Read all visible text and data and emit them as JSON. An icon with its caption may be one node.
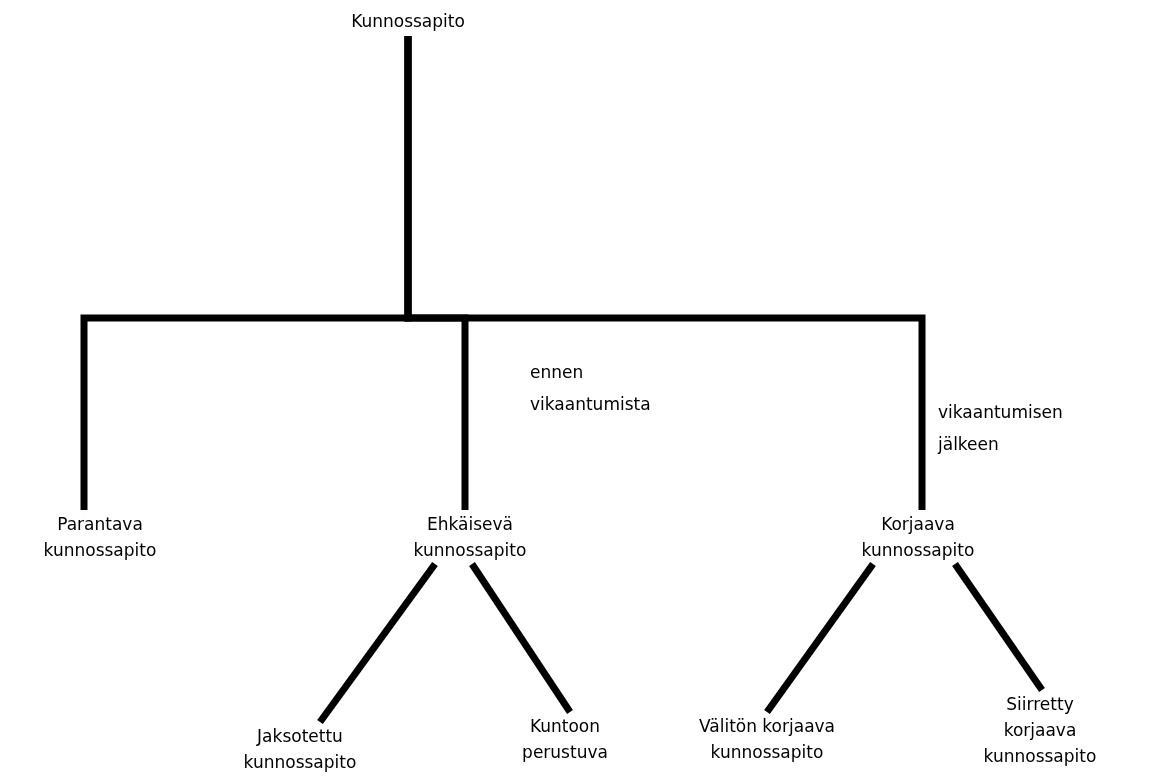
{
  "diagram": {
    "nodes": [
      {
        "text": [
          "Kunnossapito"
        ]
      },
      {
        "text": [
          "Parantava kunnossapito"
        ]
      },
      {
        "text": [
          "Ehkäisevä kunnossapito"
        ]
      },
      {
        "text": [
          "Korjaava kunnossapito"
        ]
      },
      {
        "text": [
          "Jaksotettu kunnossapito"
        ]
      },
      {
        "text": [
          "Kuntoon perustuva"
        ]
      },
      {
        "text": [
          "Välitön korjaava kunnossapito"
        ]
      },
      {
        "text": [
          "Siirretty korjaava kunnossapito"
        ]
      }
    ],
    "edges": [
      {
        "from": 0,
        "to": 1,
        "arrow": "none"
      },
      {
        "from": 0,
        "to": 2,
        "arrow": "none",
        "label": "ennen vikaantumista"
      },
      {
        "from": 0,
        "to": 3,
        "arrow": "none",
        "label": "vikaantumisen jälkeen"
      },
      {
        "from": 2,
        "to": 4,
        "arrow": "none"
      },
      {
        "from": 2,
        "to": 5,
        "arrow": "none"
      },
      {
        "from": 3,
        "to": 6,
        "arrow": "none"
      },
      {
        "from": 3,
        "to": 7,
        "arrow": "none"
      }
    ]
  }
}
